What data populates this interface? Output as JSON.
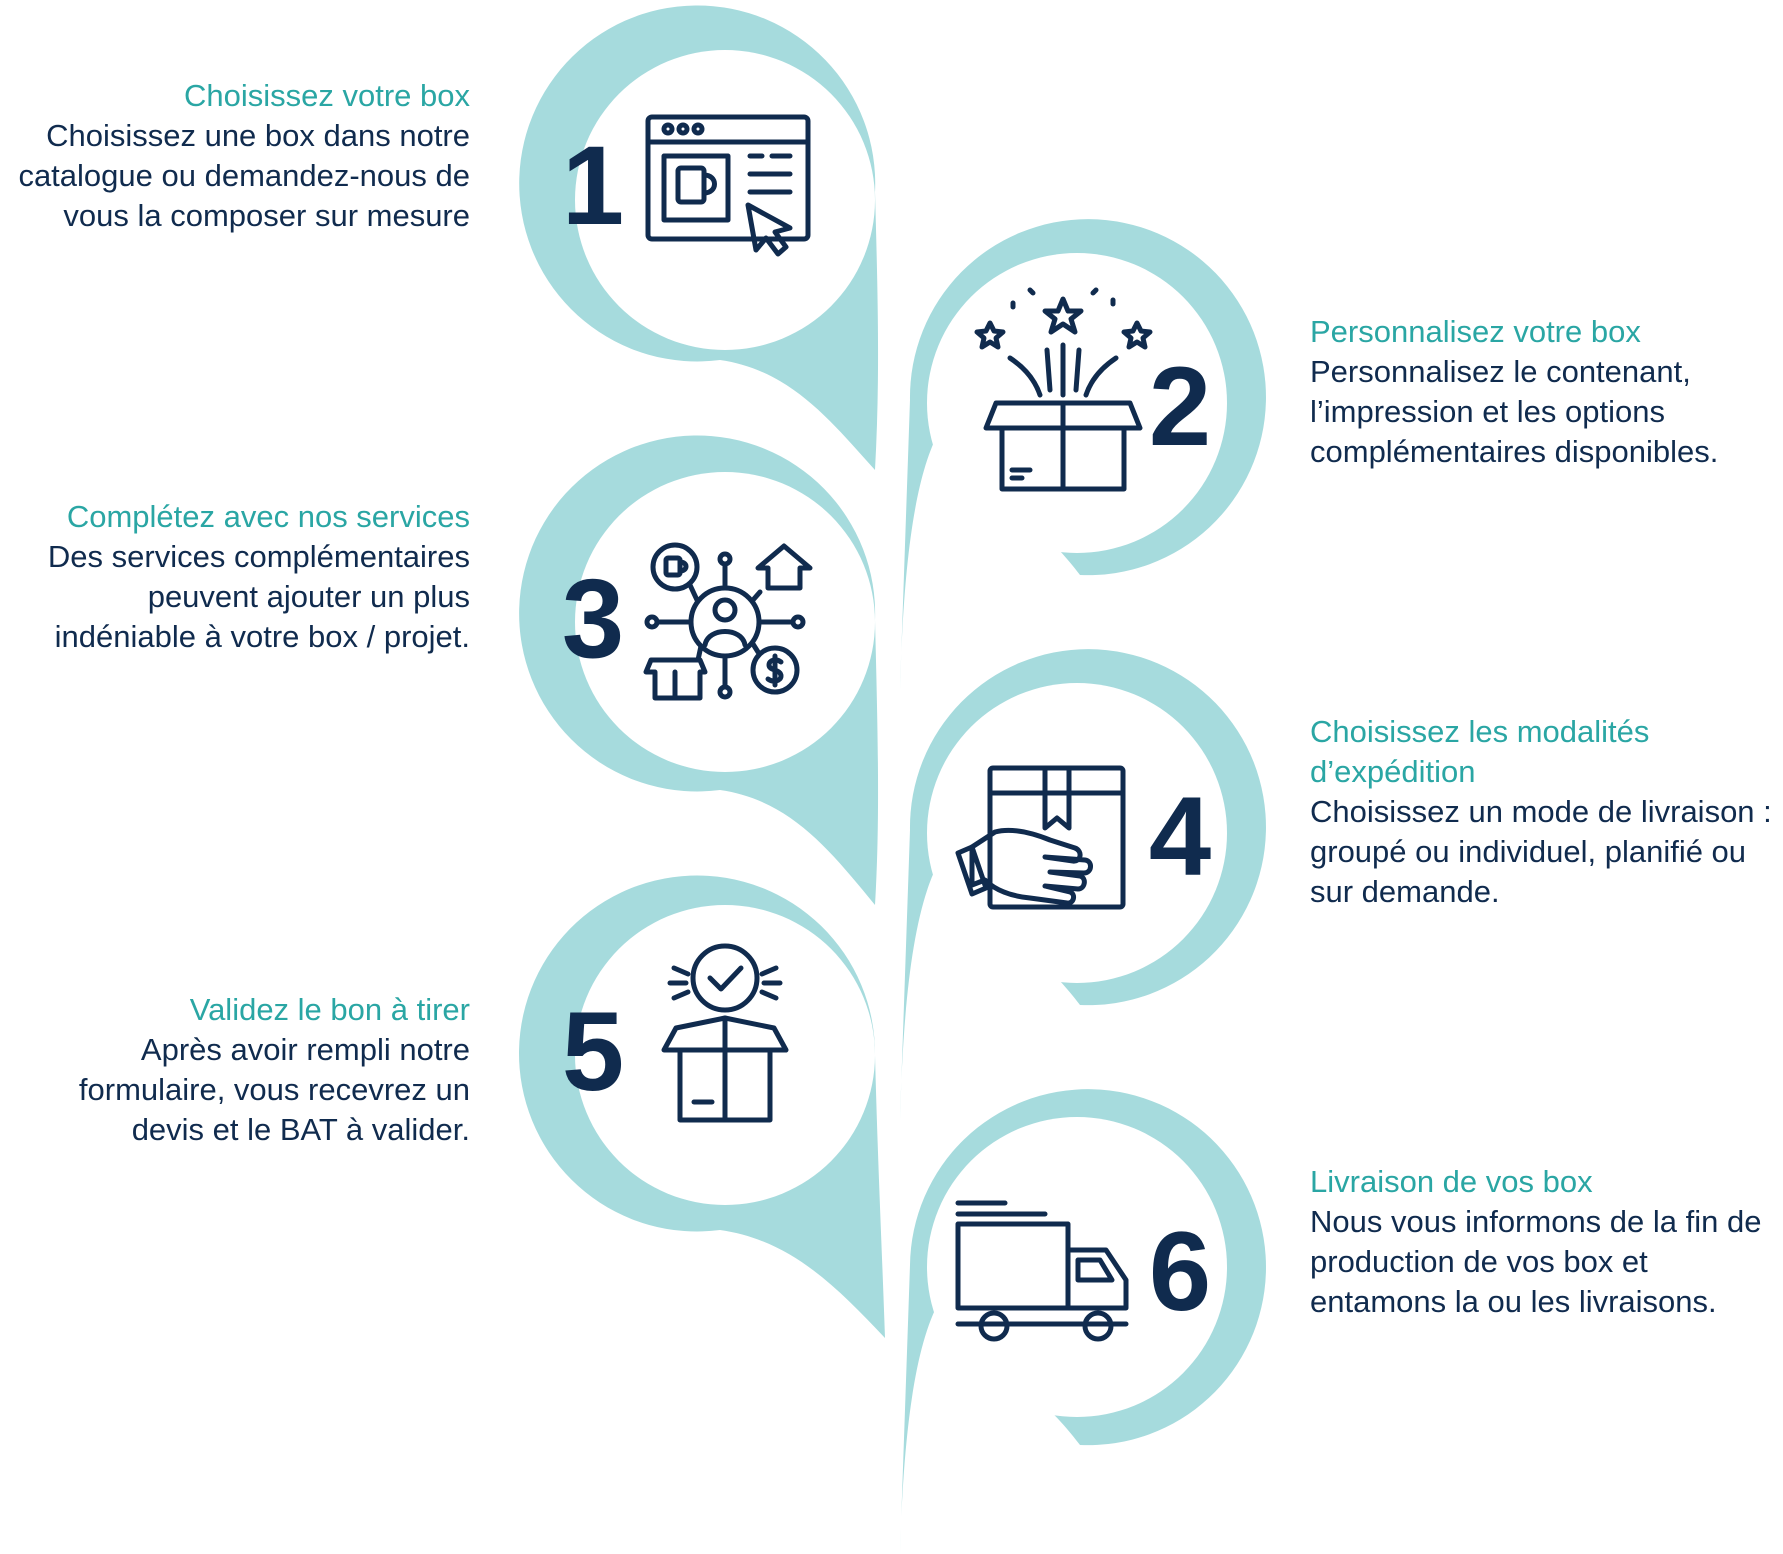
{
  "colors": {
    "teal": "#a6dbdd",
    "title": "#2aa6a4",
    "navy": "#102b4e",
    "white": "#ffffff"
  },
  "steps": [
    {
      "number": "1",
      "icon": "browser-mug-cursor-icon",
      "title": "Choisissez votre box",
      "description": "Choisissez une box dans notre catalogue ou demandez-nous de vous la composer sur mesure"
    },
    {
      "number": "2",
      "icon": "gift-box-fireworks-icon",
      "title": "Personnalisez votre box",
      "description": "Personnalisez le contenant, l’impression et les options complémentaires disponibles."
    },
    {
      "number": "3",
      "icon": "services-network-icon",
      "title": "Complétez avec nos services",
      "description": "Des services complémentaires peuvent ajouter un plus indéniable à votre box / projet."
    },
    {
      "number": "4",
      "icon": "hand-package-icon",
      "title": "Choisissez les modalités d’expédition",
      "description": "Choisissez un mode de livraison : groupé ou individuel, planifié ou sur demande."
    },
    {
      "number": "5",
      "icon": "box-checkmark-icon",
      "title": "Validez le bon à tirer",
      "description": "Après avoir rempli notre formulaire, vous recevrez un devis et le BAT à valider."
    },
    {
      "number": "6",
      "icon": "delivery-truck-icon",
      "title": "Livraison de vos box",
      "description": "Nous vous informons de la fin de production de vos box et entamons la ou les livraisons."
    }
  ]
}
